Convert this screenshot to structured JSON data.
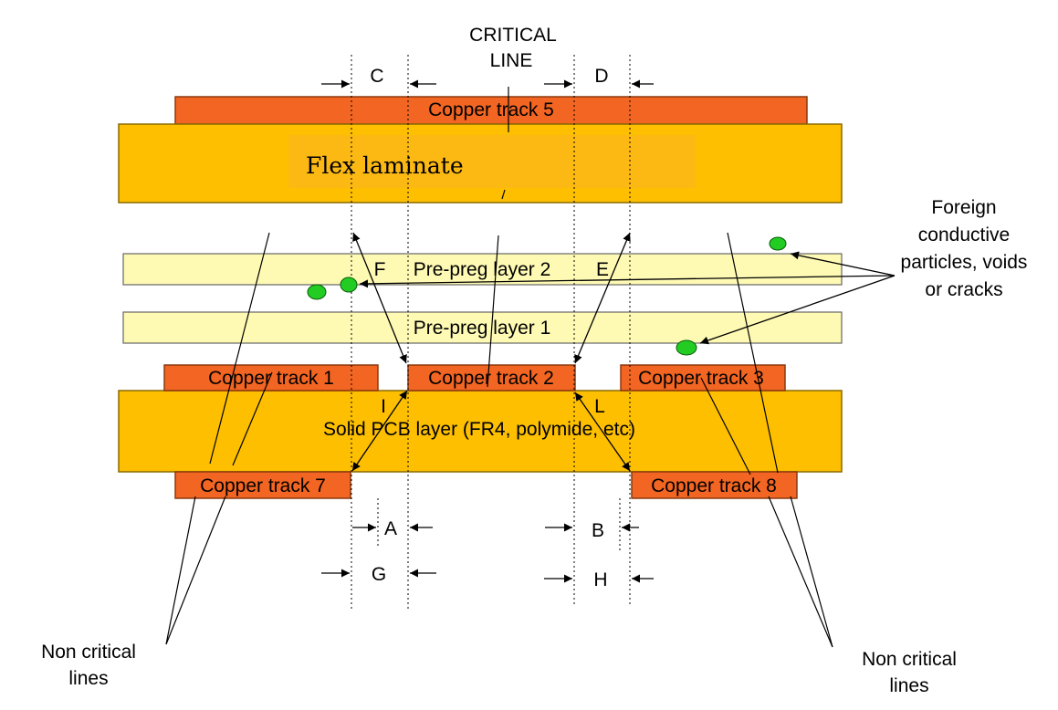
{
  "critical_line": {
    "line1": "CRITICAL",
    "line2": "LINE"
  },
  "layers": {
    "copper_track_5": "Copper track 5",
    "flex_laminate": "Flex laminate",
    "prepreg_2": "Pre-preg layer 2",
    "prepreg_1": "Pre-preg layer 1",
    "copper_track_1": "Copper track 1",
    "copper_track_2": "Copper track 2",
    "copper_track_3": "Copper track 3",
    "solid_pcb": "Solid PCB layer (FR4, polymide, etc)",
    "copper_track_7": "Copper track 7",
    "copper_track_8": "Copper track 8"
  },
  "dimensions": {
    "A": "A",
    "B": "B",
    "C": "C",
    "D": "D",
    "E": "E",
    "F": "F",
    "G": "G",
    "H": "H",
    "I": "I",
    "L": "L"
  },
  "foreign": {
    "line1": "Foreign",
    "line2": "conductive",
    "line3": "particles, voids",
    "line4": "or cracks"
  },
  "non_critical_left": {
    "line1": "Non critical",
    "line2": "lines"
  },
  "non_critical_right": {
    "line1": "Non critical",
    "line2": "lines"
  },
  "colors": {
    "copper": "#f26522",
    "copper_stroke": "#8b3a0e",
    "laminate": "#fdbf00",
    "laminate_inner": "#fdb913",
    "prepreg": "#fefab4",
    "particle": "#22cc22"
  }
}
